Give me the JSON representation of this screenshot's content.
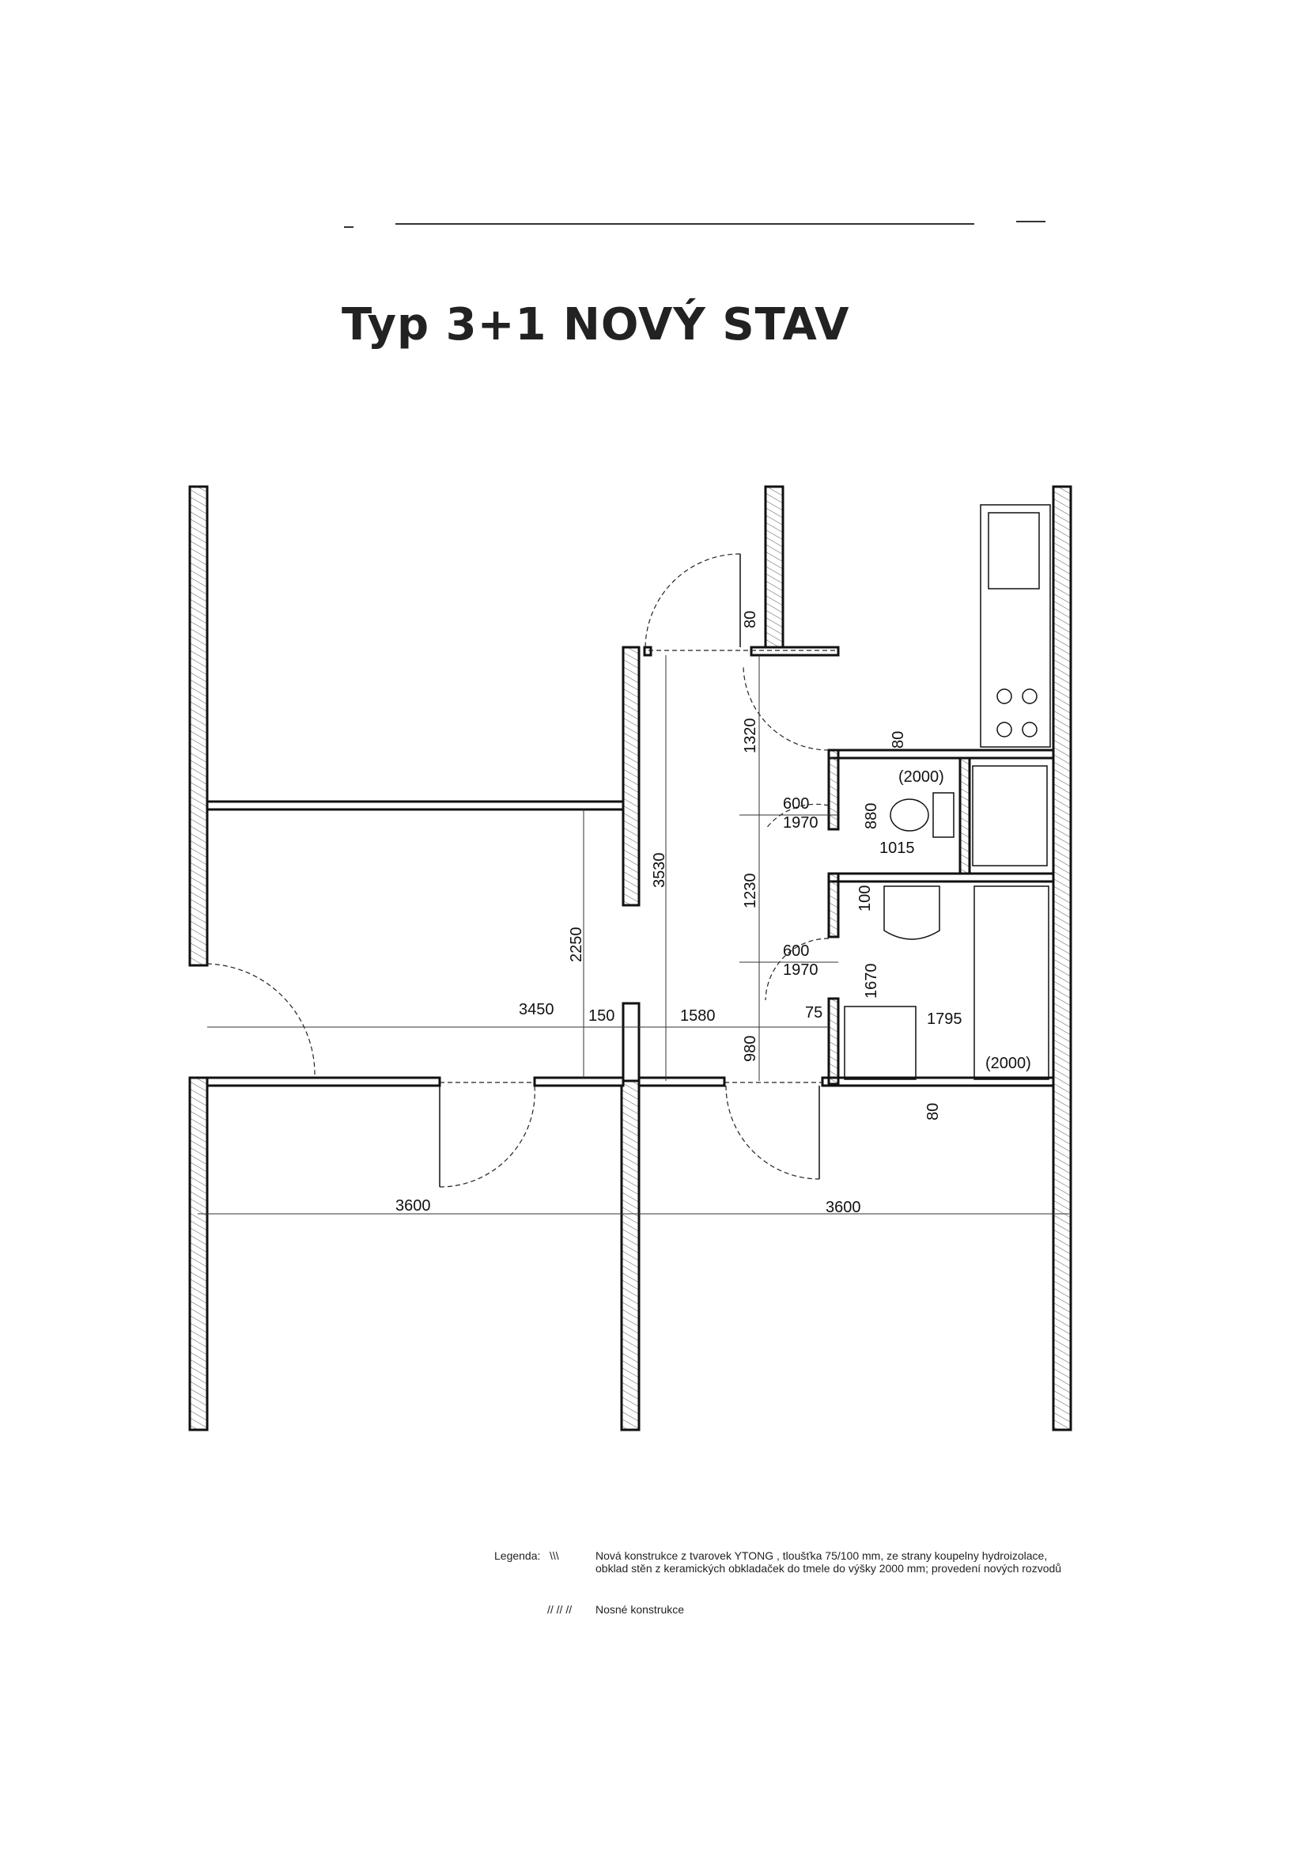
{
  "title": "Typ 3+1   NOVÝ  STAV",
  "dimensions": {
    "d80_top": "80",
    "d1320": "1320",
    "d80_mid": "80",
    "d2000_wc": "(2000)",
    "d600_a": "600",
    "d1970_a": "1970",
    "d880": "880",
    "d1015": "1015",
    "d3530": "3530",
    "d1230": "1230",
    "d100": "100",
    "d2250": "2250",
    "d600_b": "600",
    "d1970_b": "1970",
    "d1670": "1670",
    "d3450": "3450",
    "d150": "150",
    "d1580": "1580",
    "d75": "75",
    "d1795": "1795",
    "d980": "980",
    "d2000_bath": "(2000)",
    "d80_bottom": "80",
    "d3600_left": "3600",
    "d3600_right": "3600"
  },
  "legend": {
    "label": "Legenda:",
    "symbol_new": "\\\\\\",
    "text_new_1": "Nová konstrukce z tvarovek YTONG , tloušťka 75/100 mm, ze strany koupelny hydroizolace,",
    "text_new_2": "obklad stěn z keramických obkladaček do tmele do výšky 2000 mm;  provedení nových rozvodů",
    "symbol_load": "// // //",
    "text_load": "Nosné konstrukce"
  }
}
